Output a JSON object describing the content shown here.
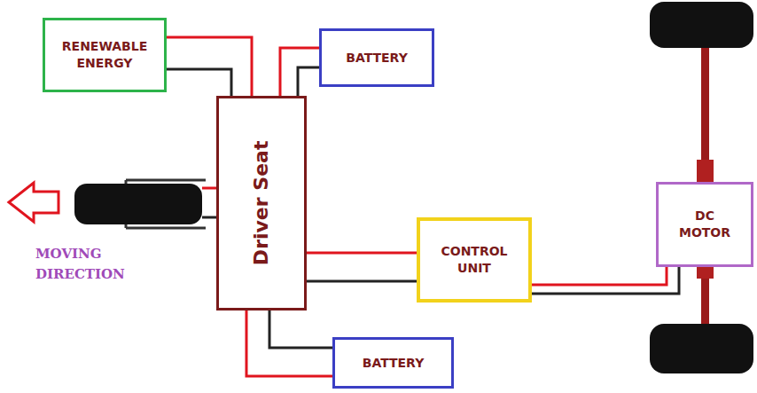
{
  "diagram": {
    "nodes": [
      {
        "text": [
          "RENEWABLE ENERGY"
        ]
      },
      {
        "text": [
          "BATTERY"
        ]
      },
      {
        "text": [
          "Driver Seat"
        ]
      },
      {
        "text": [
          "CONTROL UNIT"
        ]
      },
      {
        "text": [
          "DC MOTOR"
        ]
      },
      {
        "text": [
          "BATTERY"
        ]
      }
    ],
    "edges": [
      {
        "from": 0,
        "to": 2,
        "arrow": "none"
      },
      {
        "from": 1,
        "to": 2,
        "arrow": "none"
      },
      {
        "from": 2,
        "to": 3,
        "arrow": "none"
      },
      {
        "from": 3,
        "to": 4,
        "arrow": "none"
      },
      {
        "from": 2,
        "to": 5,
        "arrow": "none"
      }
    ],
    "labels": [
      "MOVING DIRECTION"
    ]
  }
}
